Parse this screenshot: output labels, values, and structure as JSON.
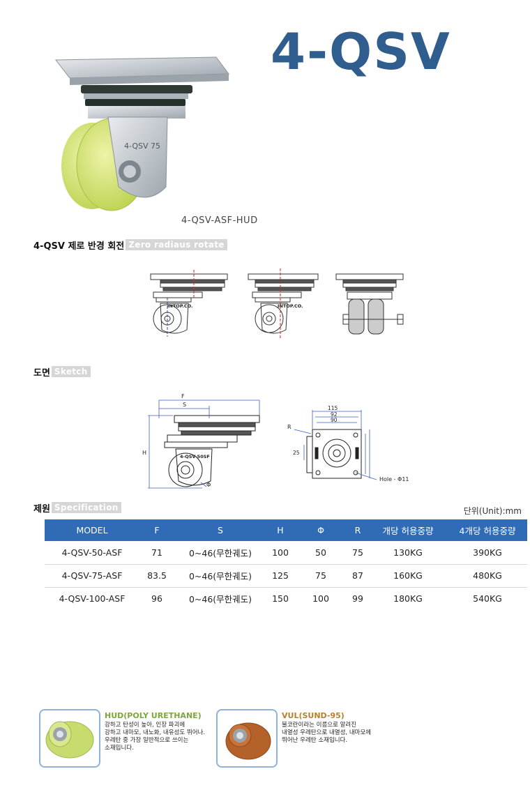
{
  "header": {
    "title": "4-QSV",
    "hero_caption": "4-QSV-ASF-HUD",
    "hero_bracket_label": "4-QSV 75"
  },
  "section_rotate": {
    "ko": "4-QSV 제로 반경 회전",
    "en": "Zero radiaus rotate",
    "brand_label": "INTOP.CO."
  },
  "section_sketch": {
    "ko": "도면",
    "en": "Sketch",
    "dims": {
      "f": "F",
      "s": "S",
      "h": "H",
      "phi": "Φ",
      "model_label": "4-QSV-50SF",
      "r": "R",
      "d115": "115",
      "d92": "92",
      "d90": "90",
      "d25": "25",
      "hole": "Hole - Φ11"
    }
  },
  "section_spec": {
    "ko": "제원",
    "en": "Specification",
    "unit": "단위(Unit):mm",
    "headers": [
      "MODEL",
      "F",
      "S",
      "H",
      "Φ",
      "R",
      "개당 허용중량",
      "4개당 허용중량"
    ],
    "rows": [
      [
        "4-QSV-50-ASF",
        "71",
        "0~46(무한궤도)",
        "100",
        "50",
        "75",
        "130KG",
        "390KG"
      ],
      [
        "4-QSV-75-ASF",
        "83.5",
        "0~46(무한궤도)",
        "125",
        "75",
        "87",
        "160KG",
        "480KG"
      ],
      [
        "4-QSV-100-ASF",
        "96",
        "0~46(무한궤도)",
        "150",
        "100",
        "99",
        "180KG",
        "540KG"
      ]
    ]
  },
  "materials": [
    {
      "title": "HUD(POLY URETHANE)",
      "title_color": "#7aa83a",
      "desc": "강하고 탄성이 높아, 인장 파괴에\n강하고 내마모, 내노화, 내유성도 뛰어나.\n우레탄 중 가장 일반적으로 쓰이는\n소재입니다."
    },
    {
      "title": "VUL(SUND-95)",
      "title_color": "#b5812c",
      "desc": "불코란이라는 이름으로 알려진\n내열성 우레탄으로 내열성, 내마모에\n뛰어난 우레탄 소재입니다."
    }
  ],
  "colors": {
    "accent": "#2f5e8e",
    "table_header": "#2f6cb5",
    "urethane_green": "#c7dc6e",
    "vul_orange": "#b5622a"
  }
}
